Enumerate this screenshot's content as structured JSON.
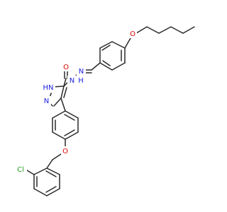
{
  "atoms": {
    "o_pentyloxy": {
      "label": "O",
      "color": "#e00000"
    },
    "n_imine": {
      "label": "N",
      "color": "#2020e0"
    },
    "h_imine": {
      "label": "H",
      "color": "#2020e0"
    },
    "n_amide": {
      "label": "N",
      "color": "#2020e0"
    },
    "o_carbonyl": {
      "label": "O",
      "color": "#e00000"
    },
    "hn_pyrazole": {
      "label": "HN",
      "color": "#2020e0"
    },
    "n_pyrazole": {
      "label": "N",
      "color": "#2020e0"
    },
    "o_benzyloxy": {
      "label": "O",
      "color": "#e00000"
    },
    "cl": {
      "label": "Cl",
      "color": "#2aa02a"
    }
  },
  "colors": {
    "bond": "#2a2a2a",
    "oxygen": "#e00000",
    "nitrogen": "#2020e0",
    "chlorine": "#2aa02a"
  }
}
